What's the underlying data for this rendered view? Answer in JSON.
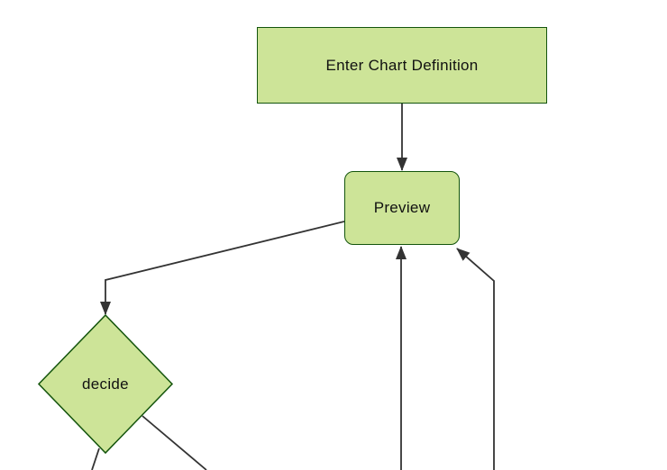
{
  "diagram": {
    "type": "flowchart",
    "direction": "top-down",
    "nodes": [
      {
        "id": "enter-chart-definition",
        "label": "Enter Chart Definition",
        "shape": "rectangle"
      },
      {
        "id": "preview",
        "label": "Preview",
        "shape": "rounded-rectangle"
      },
      {
        "id": "decide",
        "label": "decide",
        "shape": "diamond"
      }
    ],
    "edges": [
      {
        "from": "enter-chart-definition",
        "to": "preview",
        "arrowhead": true
      },
      {
        "from": "preview",
        "to": "decide",
        "arrowhead": true
      },
      {
        "from": "decide",
        "to": "offscreen-bottom-left",
        "arrowhead": false
      },
      {
        "from": "decide",
        "to": "offscreen-bottom-right",
        "arrowhead": false
      },
      {
        "from": "offscreen-bottom",
        "to": "preview",
        "arrowhead": true
      },
      {
        "from": "offscreen-bottom",
        "to": "preview",
        "arrowhead": true
      }
    ],
    "colors": {
      "node_fill": "#cde498",
      "node_border": "#13540c",
      "edge": "#333333",
      "text": "#111111",
      "background": "#ffffff"
    }
  }
}
